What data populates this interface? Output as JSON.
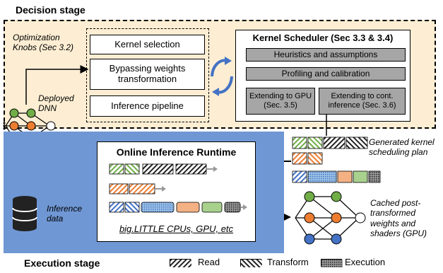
{
  "decision_stage": {
    "title": "Decision stage",
    "knobs_label": "Optimization Knobs (Sec 3.2)",
    "deployed_label": "Deployed DNN",
    "knobs": [
      "Kernel selection",
      "Bypassing weights transformation",
      "Inference pipeline"
    ],
    "scheduler_title": "Kernel Scheduler (Sec 3.3 & 3.4)",
    "scheduler_items": [
      "Heuristics and assumptions",
      "Profiling and calibration"
    ],
    "scheduler_ext": [
      "Extending to GPU (Sec. 3.5)",
      "Extending to cont. inference (Sec. 3.6)"
    ]
  },
  "execution_stage": {
    "title": "Execution stage",
    "runtime_title": "Online Inference Runtime",
    "runtime_footer": "big.LITTLE CPUs, GPU, etc",
    "inference_data_label": "Inference data"
  },
  "plan_label": "Generated kernel scheduling plan",
  "cache_label": "Cached post-transformed weights and shaders (GPU)",
  "legend": [
    {
      "label": "Read",
      "pattern": "read"
    },
    {
      "label": "Transform",
      "pattern": "transform"
    },
    {
      "label": "Execution",
      "pattern": "execution"
    }
  ],
  "colors": {
    "decision_bg": "#fdeed3",
    "execution_bg": "#6f97d4",
    "green": "#70ad47",
    "orange": "#ed7d31",
    "blue": "#4472c4",
    "pink": "#f4b183",
    "light_green": "#a9d18e",
    "gray": "#a6a6a6"
  }
}
